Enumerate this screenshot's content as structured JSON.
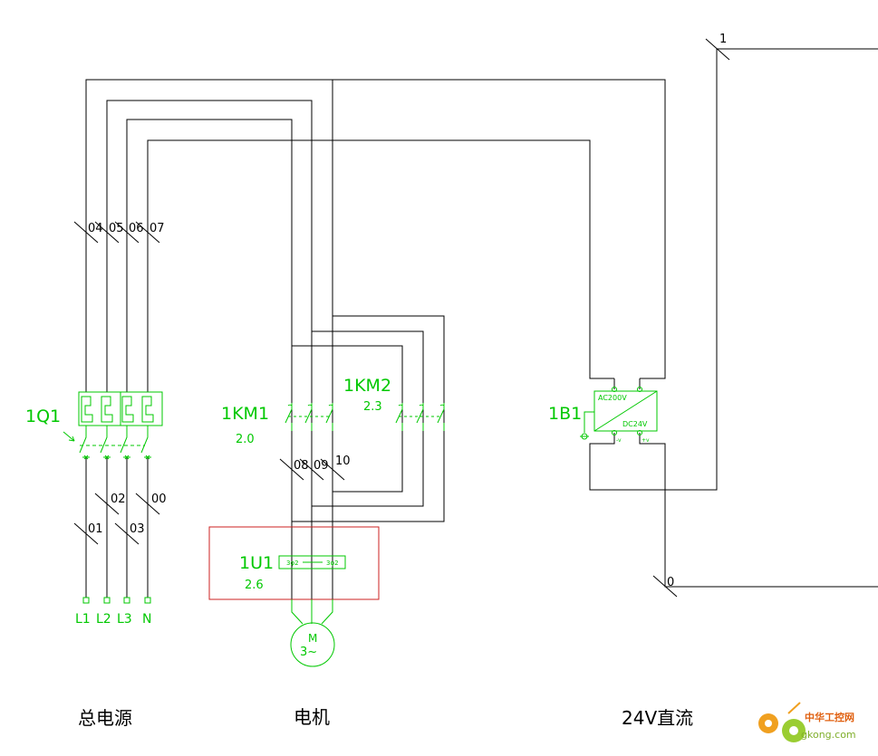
{
  "wire_numbers": {
    "w04": "04",
    "w05": "05",
    "w06": "06",
    "w07": "07",
    "w08": "08",
    "w09": "09",
    "w10": "10",
    "w02": "02",
    "w00": "00",
    "w01": "01",
    "w03": "03",
    "w1": "1",
    "w0": "0"
  },
  "components": {
    "main_switch": "1Q1",
    "contactor1": {
      "tag": "1KM1",
      "ref": "2.0"
    },
    "contactor2": {
      "tag": "1KM2",
      "ref": "2.3"
    },
    "drive": {
      "tag": "1U1",
      "ref": "2.6"
    },
    "power_supply": {
      "tag": "1B1",
      "input": "AC200V",
      "output": "DC24V",
      "minus": "-v",
      "plus": "+v"
    },
    "motor": {
      "label": "M",
      "phase": "3~"
    }
  },
  "terminals": [
    "L1",
    "L2",
    "L3",
    "N"
  ],
  "captions": {
    "main_power": "总电源",
    "motor": "电机",
    "dc24": "24V直流"
  },
  "watermark": {
    "cn": "中华工控网",
    "url": "gkong.com"
  },
  "colors": {
    "wire": "#000000",
    "component": "#00c800",
    "frame": "#cc2222"
  }
}
